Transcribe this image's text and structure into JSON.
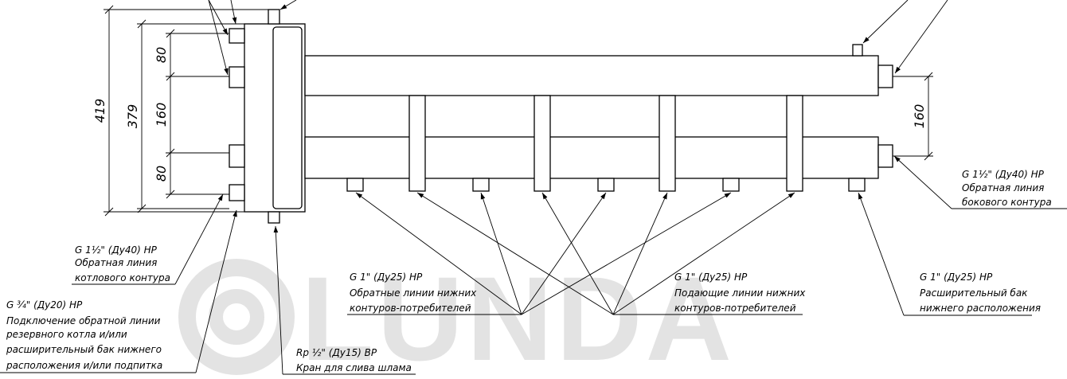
{
  "watermark": "LUNDA",
  "colors": {
    "line": "#000000",
    "watermark": "#e3e3e3",
    "background": "#ffffff"
  },
  "dimensions": {
    "d419": "419",
    "d379": "379",
    "d80_top": "80",
    "d160_left": "160",
    "d80_bottom": "80",
    "d160_right": "160"
  },
  "callouts": {
    "boiler_return": {
      "spec": "G 1½\" (Ду40) НР",
      "line1": "Обратная линия",
      "line2": "котлового контура"
    },
    "backup_return": {
      "spec": "G ¾\" (Ду20) НР",
      "line1": "Подключение обратной линии",
      "line2": "резервного котла и/или",
      "line3": "расширительный бак нижнего",
      "line4": "расположения и/или подпитка"
    },
    "drain": {
      "spec": "Rp ½\" (Ду15) ВР",
      "line1": "Кран для слива шлама"
    },
    "lower_returns": {
      "spec": "G 1\" (Ду25) НР",
      "line1": "Обратные линии нижних",
      "line2": "контуров-потребителей"
    },
    "lower_supply": {
      "spec": "G 1\" (Ду25) НР",
      "line1": "Подающие линии нижних",
      "line2": "контуров-потребителей"
    },
    "expansion": {
      "spec": "G 1\" (Ду25) НР",
      "line1": "Расширительный бак",
      "line2": "нижнего расположения"
    },
    "side_return": {
      "spec": "G 1½\" (Ду40) НР",
      "line1": "Обратная линия",
      "line2": "бокового контура"
    }
  }
}
